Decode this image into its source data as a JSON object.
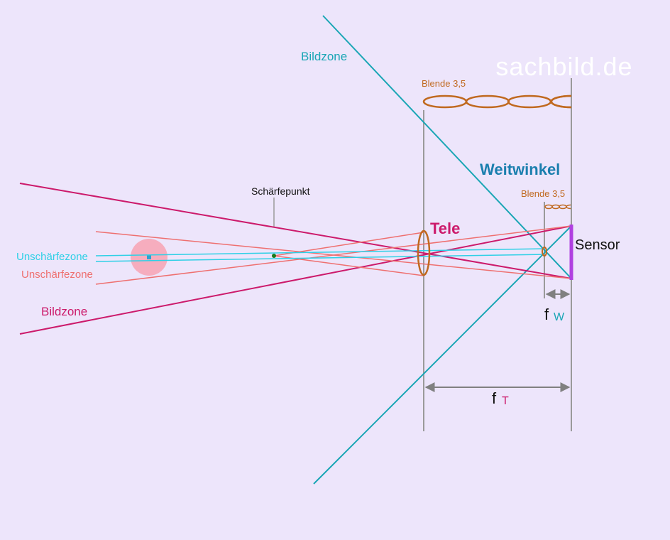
{
  "watermark": "sachbild.de",
  "labels": {
    "bildzone_wide": "Bildzone",
    "bildzone_tele": "Bildzone",
    "blende_tele": "Blende 3,5",
    "blende_wide": "Blende 3,5",
    "weitwinkel": "Weitwinkel",
    "tele": "Tele",
    "sensor": "Sensor",
    "schaerfepunkt": "Schärfepunkt",
    "unschaerfe_cyan": "Unschärfezone",
    "unschaerfe_red": "Unschärfezone",
    "fw_f": "f",
    "fw_sub": "W",
    "ft_f": "f",
    "ft_sub": "T"
  },
  "colors": {
    "background": "#ede5fb",
    "tele_magenta": "#cc1a6b",
    "wide_teal": "#1aa6b5",
    "weitwinkel_blue": "#1b7fae",
    "aperture_orange": "#c0691f",
    "blur_red": "#ee7070",
    "blur_cyan": "#2fd0e6",
    "sensor_purple": "#b040e0",
    "guide_gray": "#9a9a9a",
    "watermark": "#ffffff"
  }
}
